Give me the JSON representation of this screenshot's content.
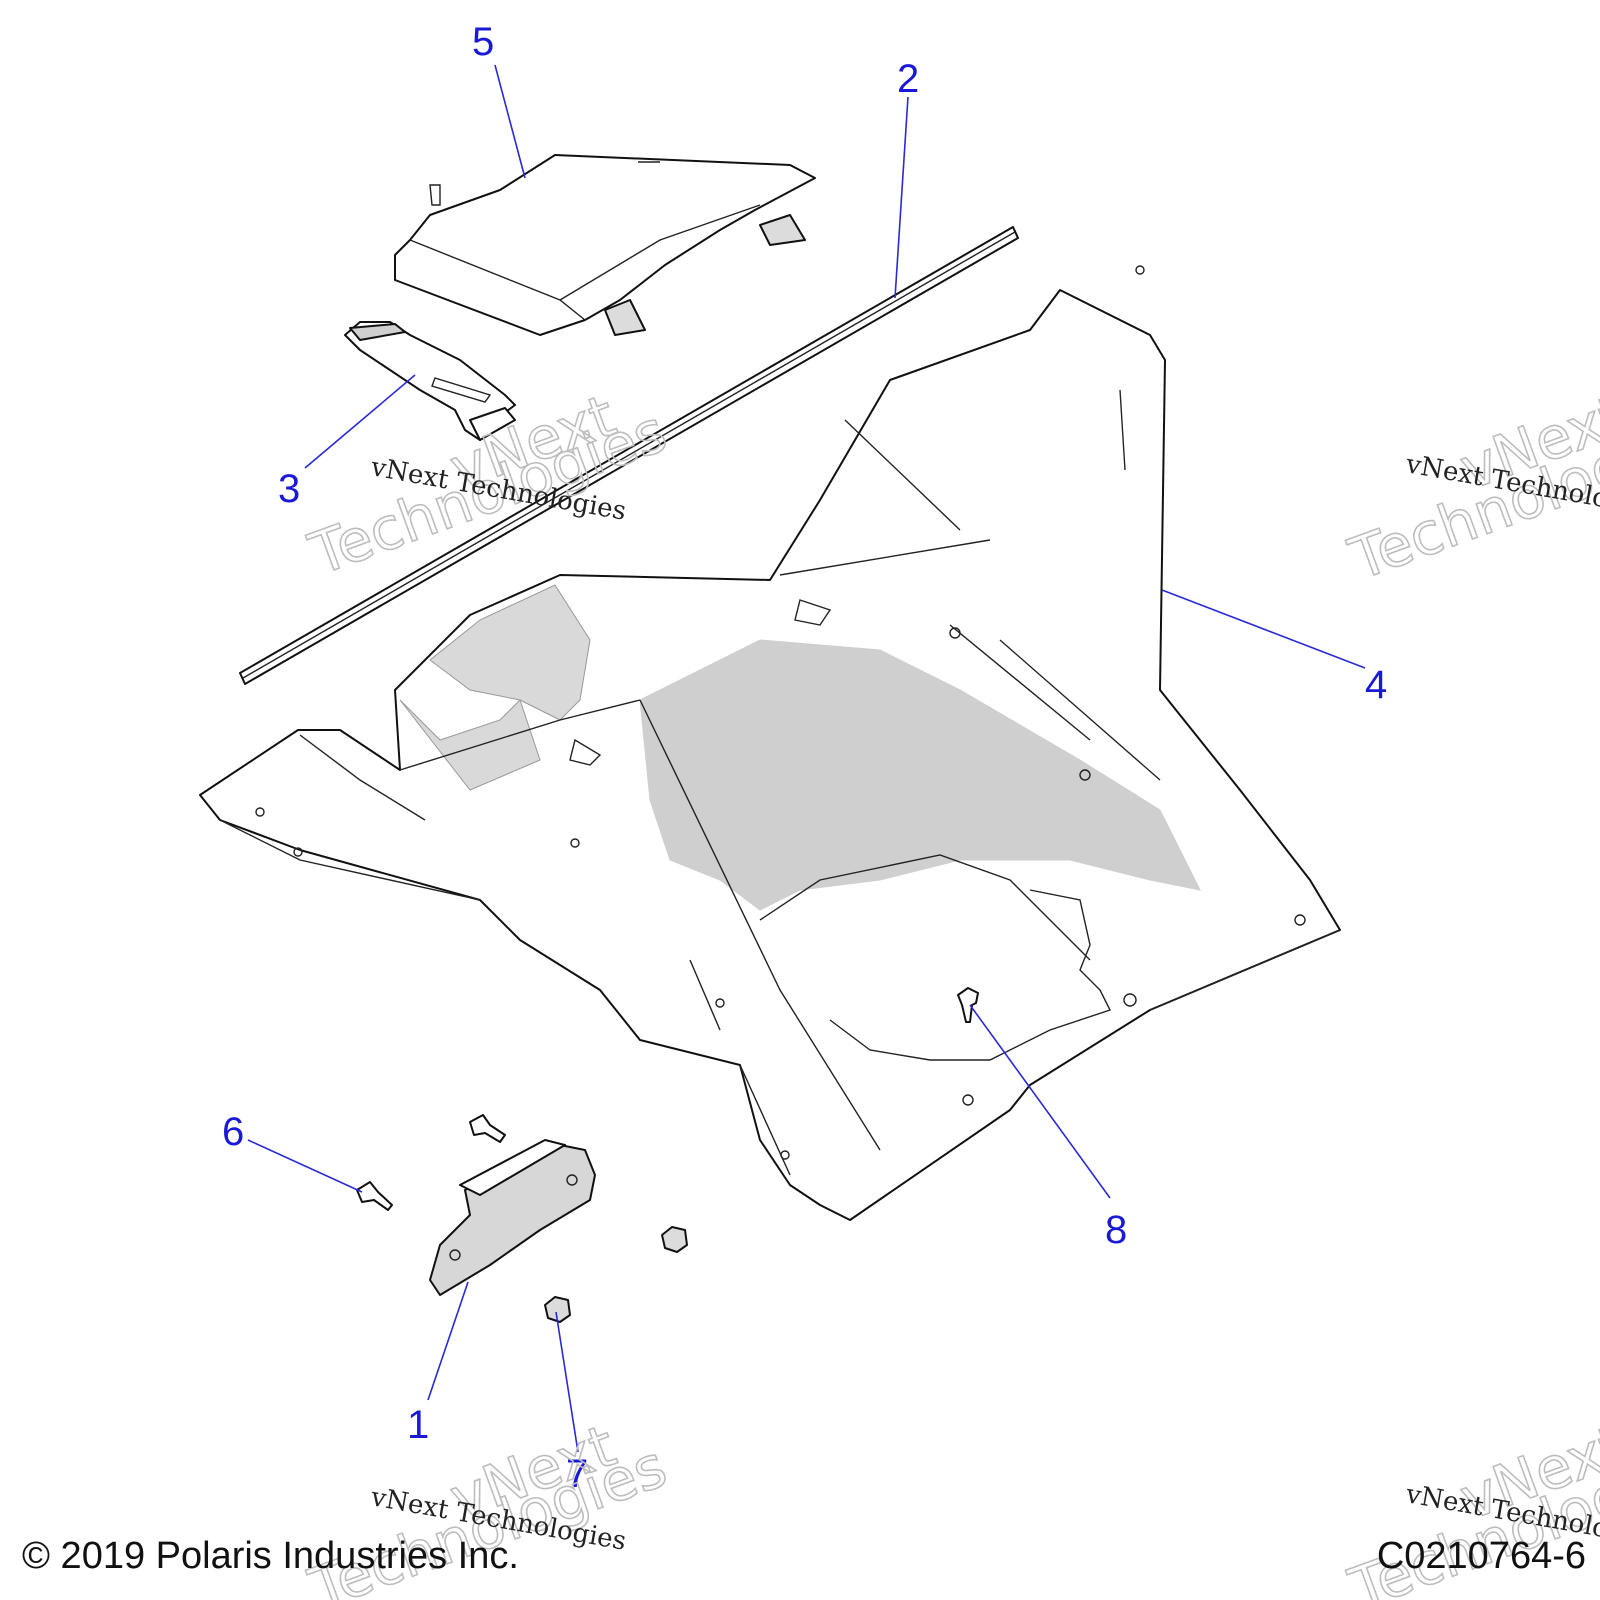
{
  "diagram": {
    "callouts": [
      {
        "id": "1",
        "label": "1"
      },
      {
        "id": "2",
        "label": "2"
      },
      {
        "id": "3",
        "label": "3"
      },
      {
        "id": "4",
        "label": "4"
      },
      {
        "id": "5",
        "label": "5"
      },
      {
        "id": "6",
        "label": "6"
      },
      {
        "id": "7",
        "label": "7"
      },
      {
        "id": "8",
        "label": "8"
      }
    ],
    "watermark": {
      "small_text": "vNext Technologies",
      "big_line_1": "vNext",
      "big_line_2": "Technologies"
    }
  },
  "footer": {
    "copyright": "© 2019 Polaris Industries Inc.",
    "drawing_number": "C0210764-6"
  },
  "colors": {
    "callout_blue": "#1a1ad6",
    "part_fill": "#ffffff",
    "part_shading": "#cfcfcf",
    "line": "#111111"
  }
}
